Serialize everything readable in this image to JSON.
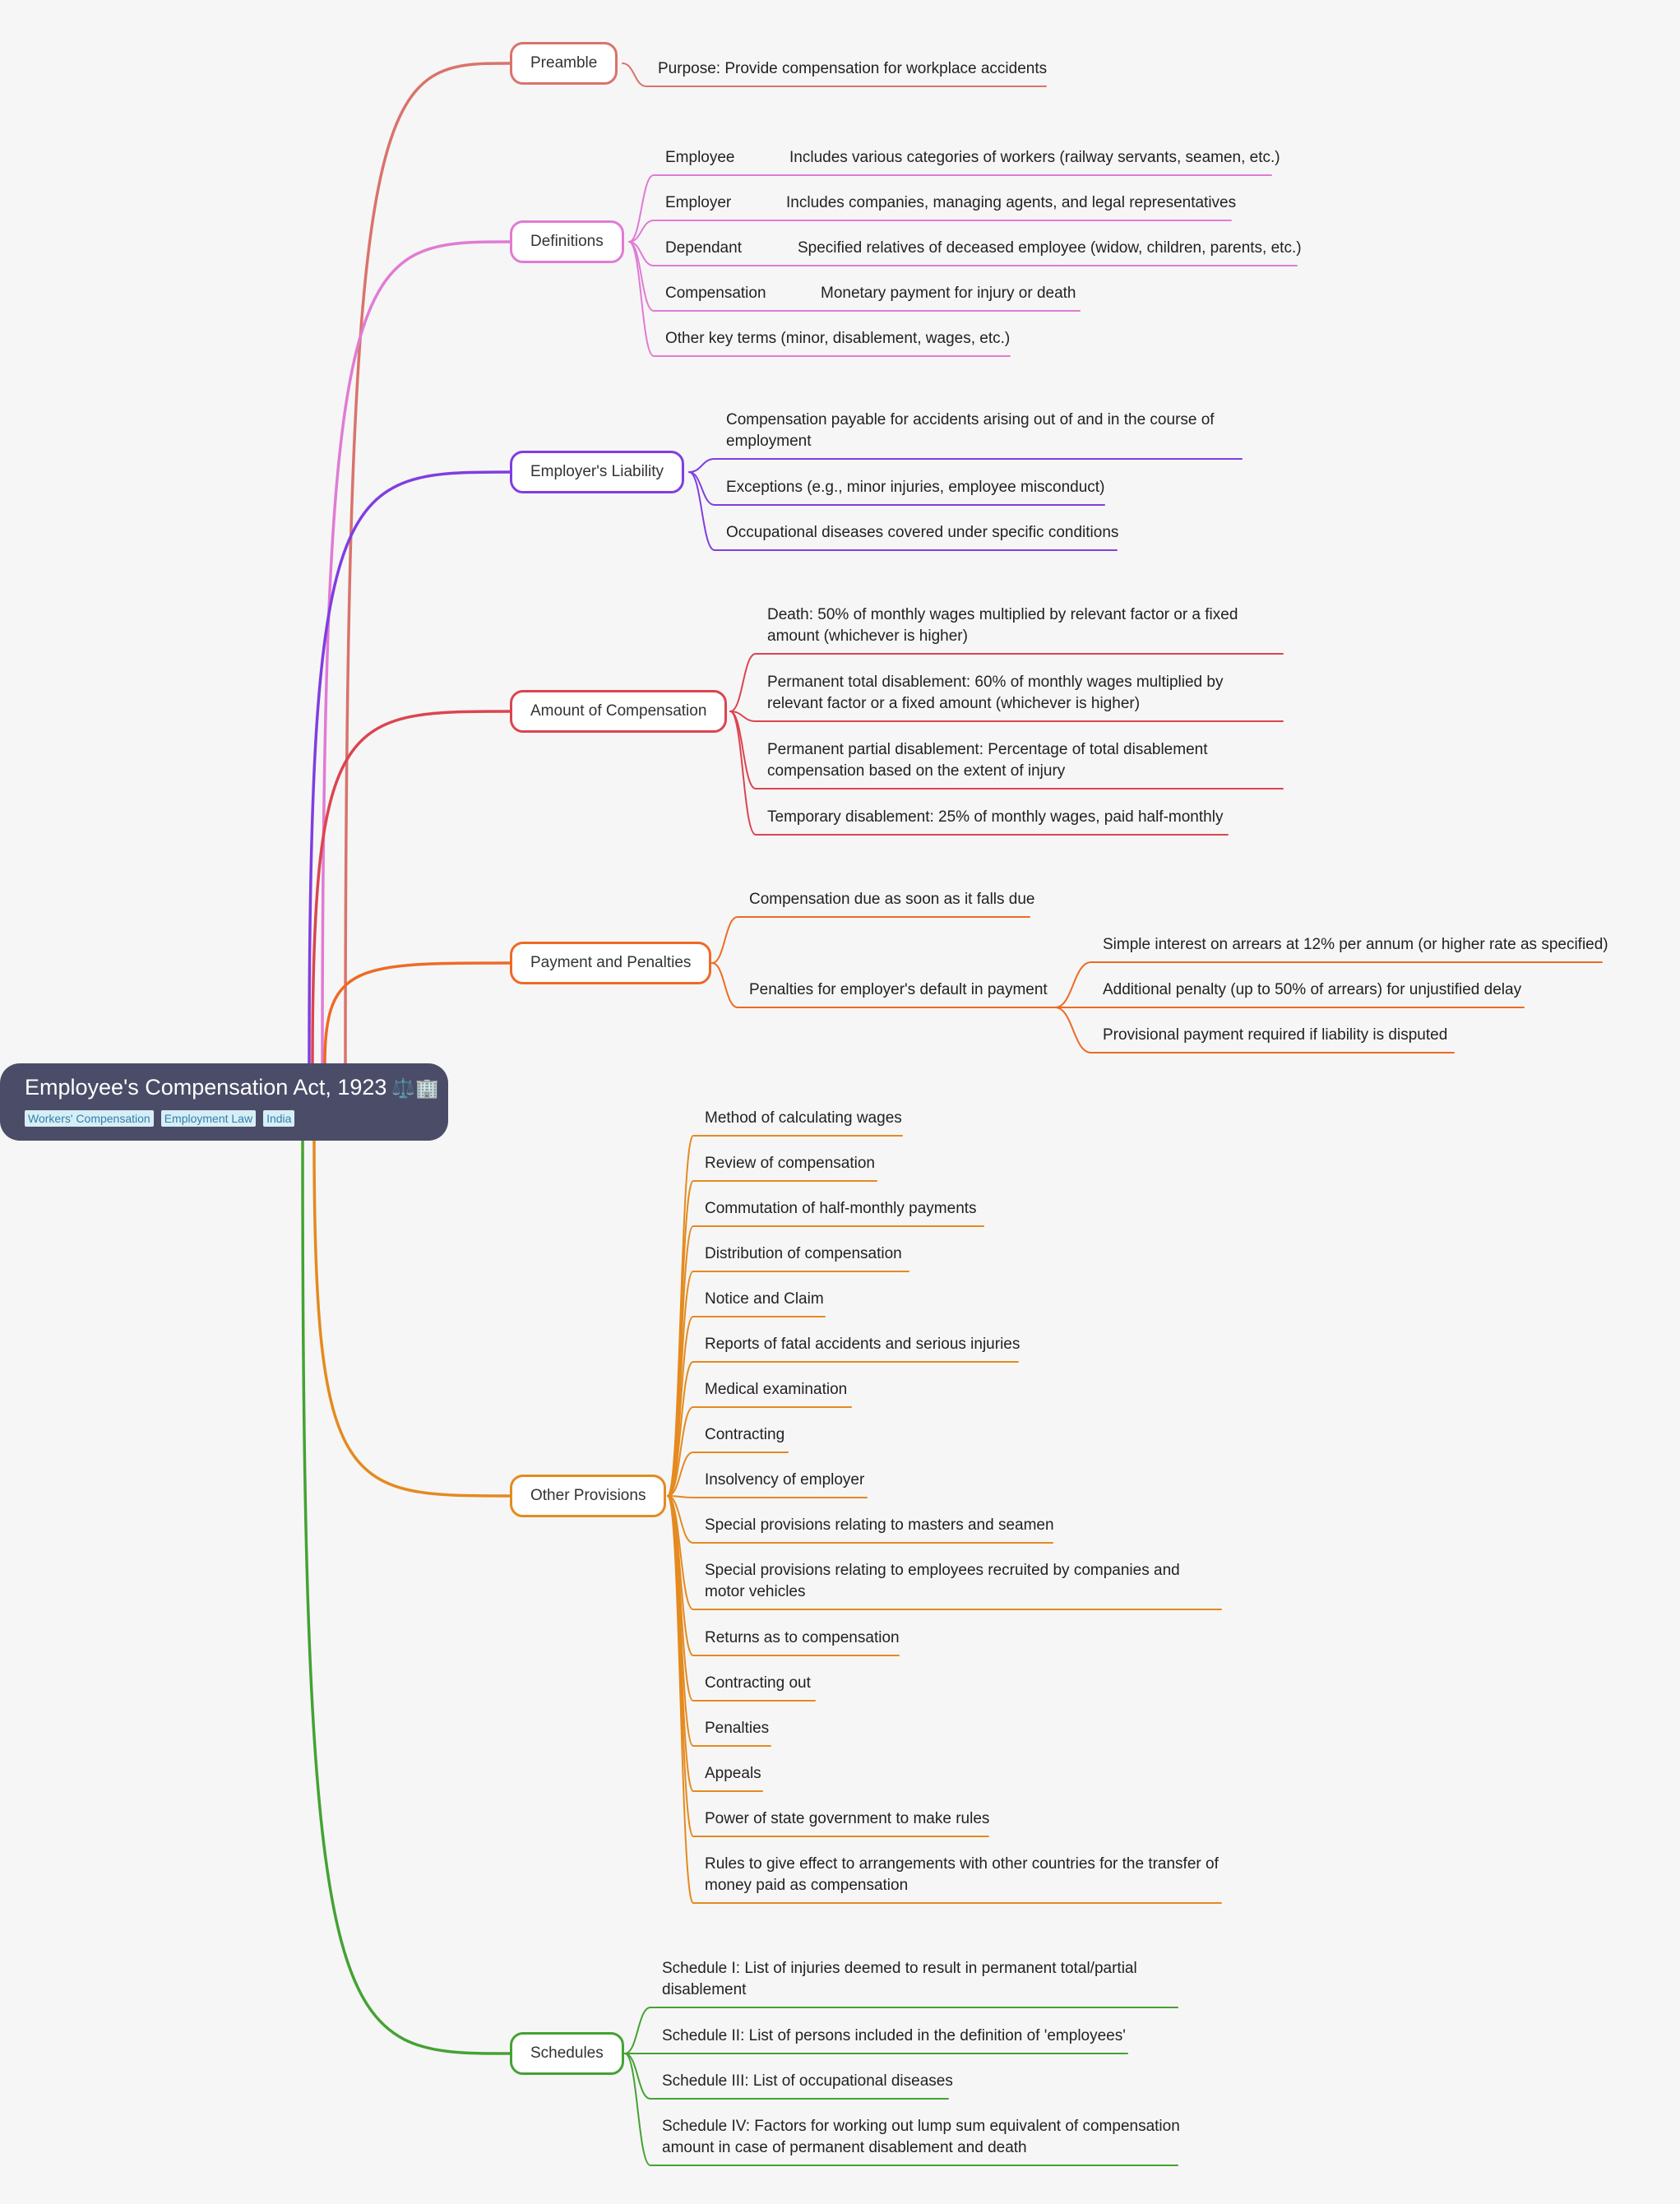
{
  "root": {
    "title": "Employee's Compensation Act, 1923",
    "icons": "⚖️🏢",
    "tags": [
      "Workers' Compensation",
      "Employment Law",
      "India"
    ]
  },
  "branches": [
    {
      "label": "Preamble",
      "color": "#d9736c",
      "items": [
        {
          "text": "Purpose: Provide compensation for workplace accidents"
        }
      ]
    },
    {
      "label": "Definitions",
      "color": "#e07bd4",
      "items": [
        {
          "text": "Employee",
          "detail": "Includes various categories of workers (railway servants, seamen, etc.)"
        },
        {
          "text": "Employer",
          "detail": "Includes companies, managing agents, and legal representatives"
        },
        {
          "text": "Dependant",
          "detail": "Specified relatives of deceased employee (widow, children, parents, etc.)"
        },
        {
          "text": "Compensation",
          "detail": "Monetary payment for injury or death"
        },
        {
          "text": "Other key terms (minor, disablement, wages, etc.)"
        }
      ]
    },
    {
      "label": "Employer's Liability",
      "color": "#7f3ee0",
      "items": [
        {
          "text": "Compensation payable for accidents arising out of and in the course of employment"
        },
        {
          "text": "Exceptions (e.g., minor injuries, employee misconduct)"
        },
        {
          "text": "Occupational diseases covered under specific conditions"
        }
      ]
    },
    {
      "label": "Amount of Compensation",
      "color": "#dc4450",
      "items": [
        {
          "text": "Death: 50% of monthly wages multiplied by relevant factor or a fixed amount (whichever is higher)"
        },
        {
          "text": "Permanent total disablement: 60% of monthly wages multiplied by relevant factor or a fixed amount (whichever is higher)"
        },
        {
          "text": "Permanent partial disablement: Percentage of total disablement compensation based on the extent of injury"
        },
        {
          "text": "Temporary disablement: 25% of monthly wages, paid half-monthly"
        }
      ]
    },
    {
      "label": "Payment and Penalties",
      "color": "#ee6a24",
      "items": [
        {
          "text": "Compensation due as soon as it falls due"
        },
        {
          "text": "Penalties for employer's default in payment",
          "children": [
            "Simple interest on arrears at 12% per annum (or higher rate as specified)",
            "Additional penalty (up to 50% of arrears) for unjustified delay",
            "Provisional payment required if liability is disputed"
          ]
        }
      ]
    },
    {
      "label": "Other Provisions",
      "color": "#e48a1f",
      "items": [
        {
          "text": "Method of calculating wages"
        },
        {
          "text": "Review of compensation"
        },
        {
          "text": "Commutation of half-monthly payments"
        },
        {
          "text": "Distribution of compensation"
        },
        {
          "text": "Notice and Claim"
        },
        {
          "text": "Reports of fatal accidents and serious injuries"
        },
        {
          "text": "Medical examination"
        },
        {
          "text": "Contracting"
        },
        {
          "text": "Insolvency of employer"
        },
        {
          "text": "Special provisions relating to masters and seamen"
        },
        {
          "text": "Special provisions relating to employees recruited by companies and motor vehicles"
        },
        {
          "text": "Returns as to compensation"
        },
        {
          "text": "Contracting out"
        },
        {
          "text": "Penalties"
        },
        {
          "text": "Appeals"
        },
        {
          "text": "Power of state government to make rules"
        },
        {
          "text": "Rules to give effect to arrangements with other countries for the transfer of money paid as compensation"
        }
      ]
    },
    {
      "label": "Schedules",
      "color": "#44a233",
      "items": [
        {
          "text": "Schedule I: List of injuries deemed to result in permanent total/partial disablement"
        },
        {
          "text": "Schedule II: List of persons included in the definition of 'employees'"
        },
        {
          "text": "Schedule III: List of occupational diseases"
        },
        {
          "text": "Schedule IV: Factors for working out lump sum equivalent of compensation amount in case of permanent disablement and death"
        }
      ]
    }
  ]
}
